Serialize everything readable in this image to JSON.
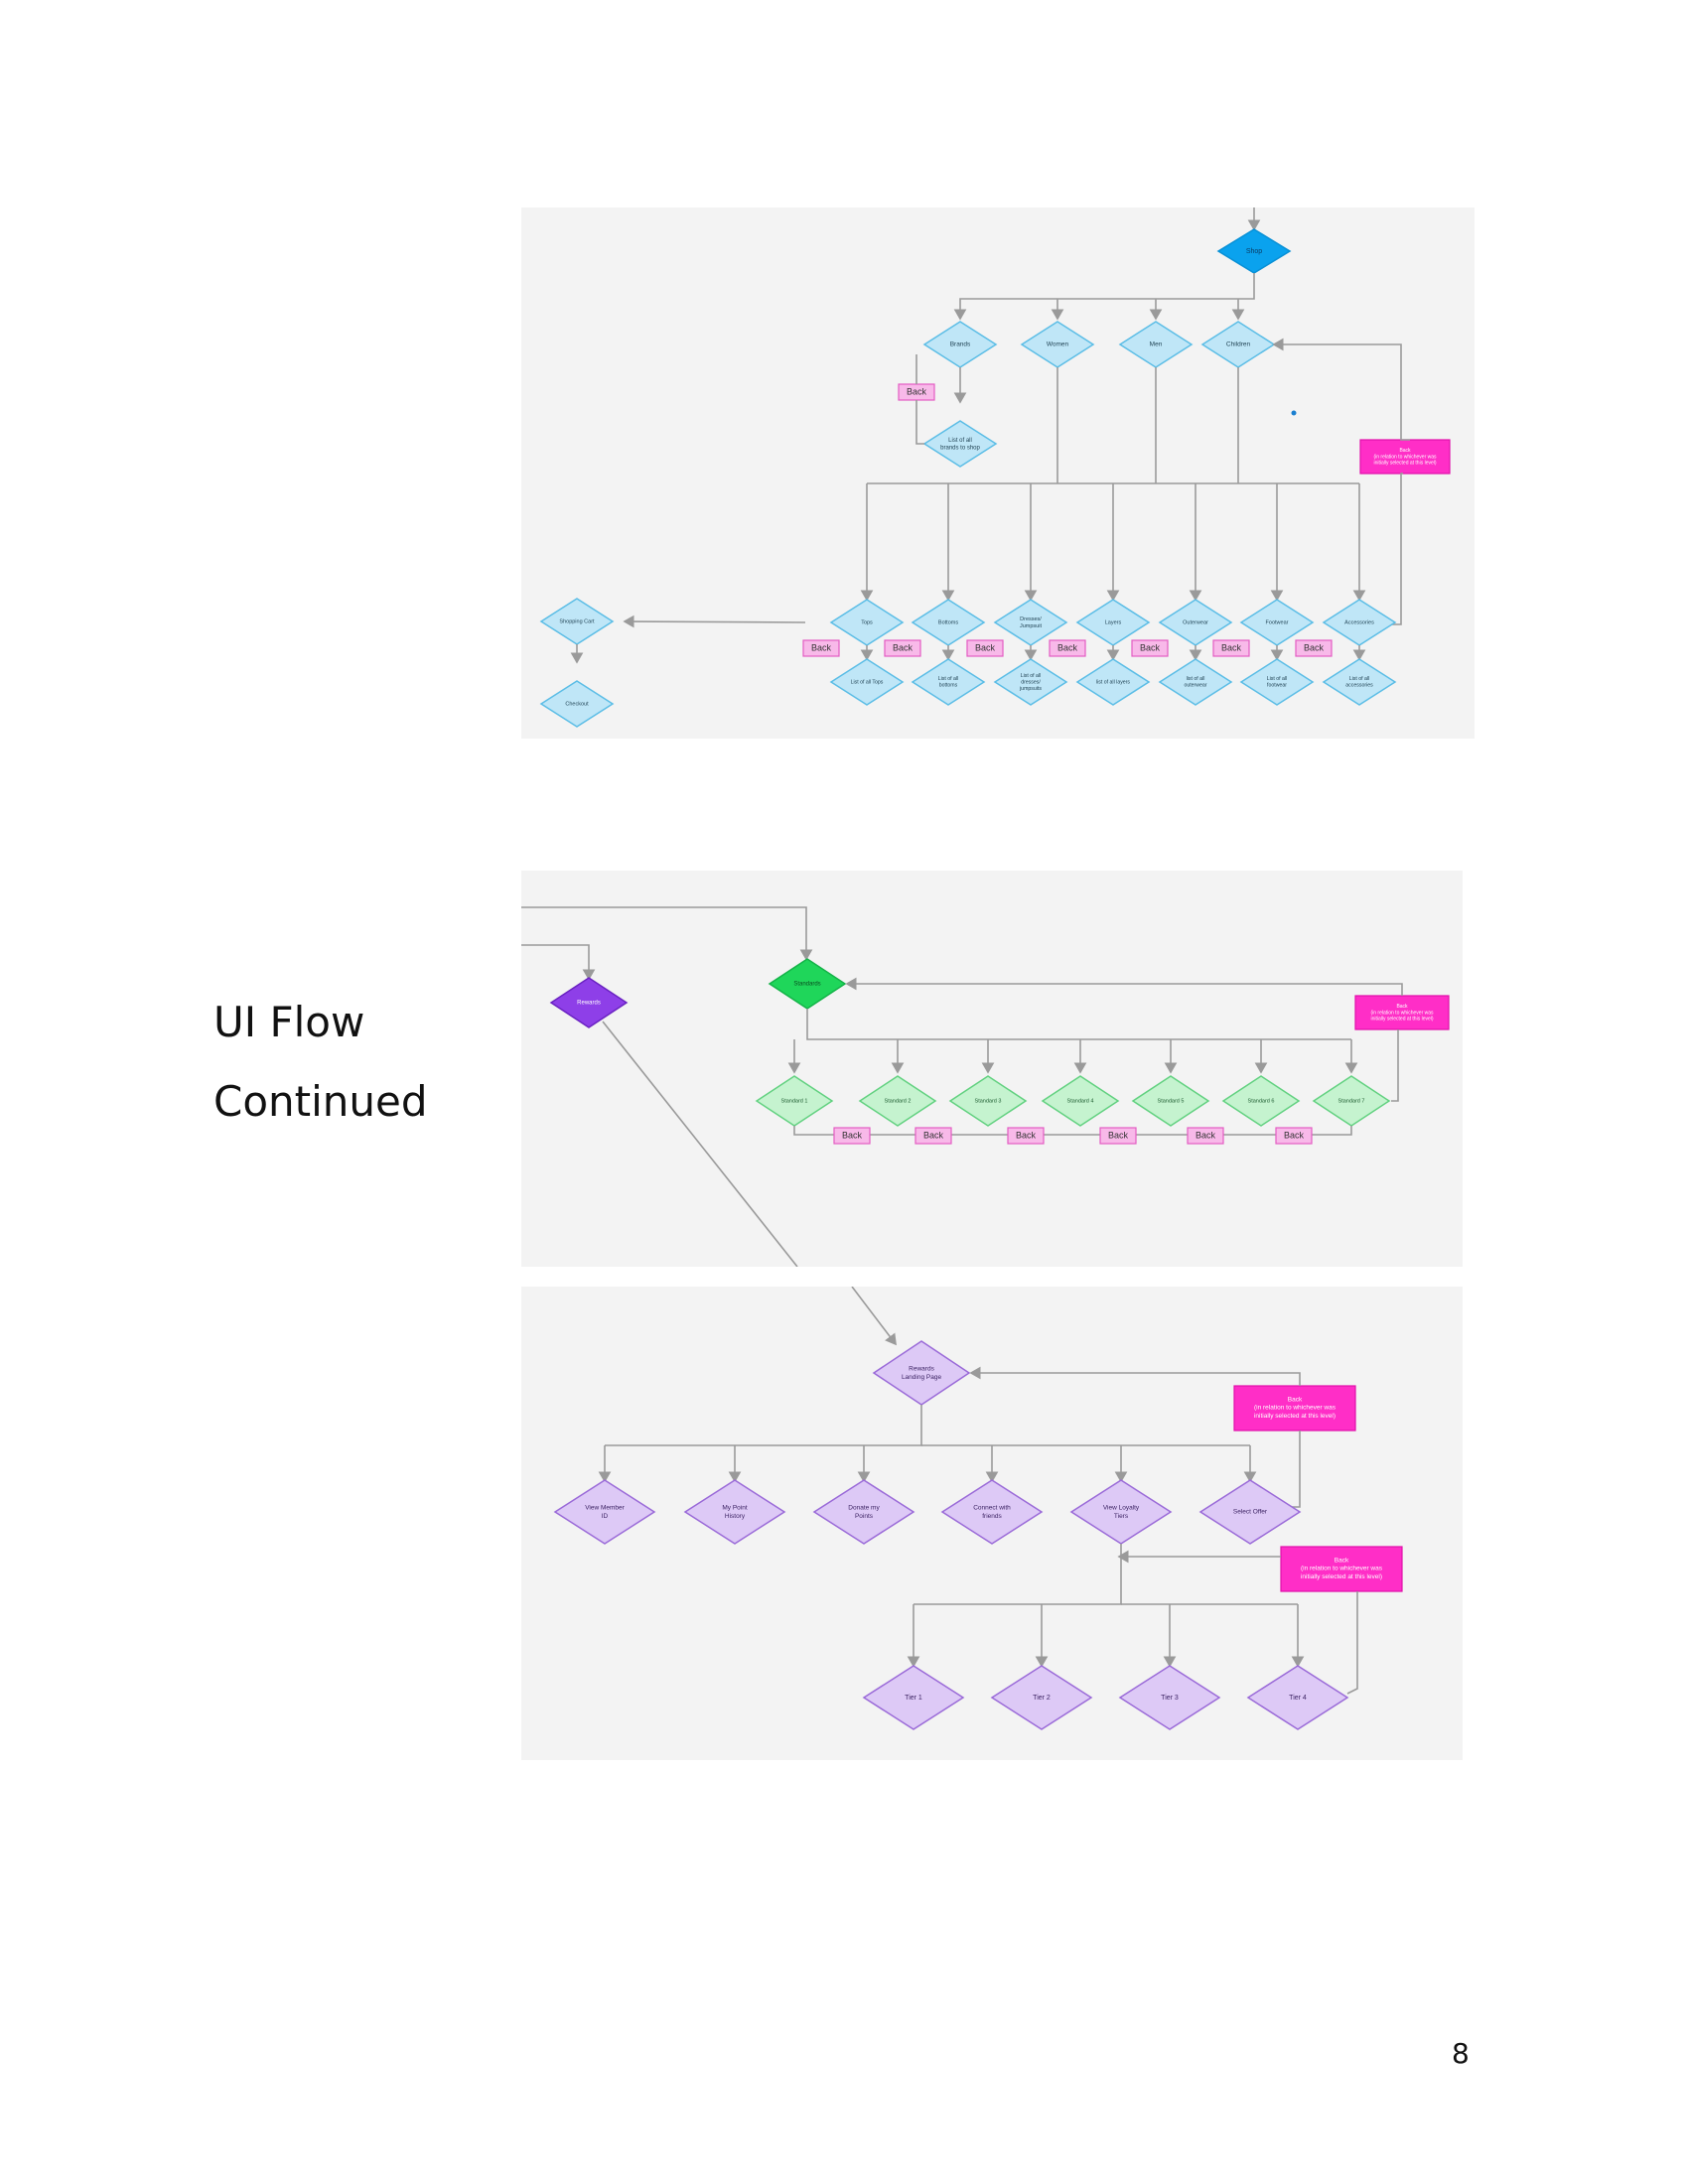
{
  "sidebar": {
    "title_line1": "UI Flow",
    "title_line2": "Continued"
  },
  "page_number": "8",
  "colors": {
    "panel_bg": "#f3f3f3",
    "blue_node": "#bfe6f7",
    "blue_stroke": "#5bbde6",
    "shop_node": "#0aa2ee",
    "green_node": "#c5f3cf",
    "green_stroke": "#62d180",
    "standards_node": "#1fd65a",
    "purple_node": "#ddc9f6",
    "purple_stroke": "#9a6ad8",
    "rewards_node": "#8e3fe8",
    "back_light": "#f8b9e9",
    "back_light_stroke": "#e35cc2",
    "back_strong": "#ff2ec7",
    "connector": "#9a9a9a"
  },
  "flow_shop": {
    "shop_label": "Shop",
    "top_nodes": [
      {
        "label": "Brands"
      },
      {
        "label": "Women"
      },
      {
        "label": "Men"
      },
      {
        "label": "Children"
      }
    ],
    "brands_back": "Back",
    "brands_list": [
      "List of all",
      "brands to shop"
    ],
    "children_back_note": [
      "Back",
      "(in relation to whichever was",
      "initially selected at this level)"
    ],
    "categories": [
      {
        "label": [
          "Tops"
        ],
        "back": "Back",
        "list": [
          "List of all Tops"
        ]
      },
      {
        "label": [
          "Bottoms"
        ],
        "back": "Back",
        "list": [
          "List of all",
          "bottoms"
        ]
      },
      {
        "label": [
          "Dresses/",
          "Jumpsuit"
        ],
        "back": "Back",
        "list": [
          "List of all",
          "dresses/",
          "jumpsuits"
        ]
      },
      {
        "label": [
          "Layers"
        ],
        "back": "Back",
        "list": [
          "list of all layers"
        ]
      },
      {
        "label": [
          "Outerwear"
        ],
        "back": "Back",
        "list": [
          "list of all",
          "outerwear"
        ]
      },
      {
        "label": [
          "Footwear"
        ],
        "back": "Back",
        "list": [
          "List of all",
          "footwear"
        ]
      },
      {
        "label": [
          "Accessories"
        ],
        "back": "Back",
        "list": [
          "List of all",
          "accessories"
        ]
      }
    ],
    "cart_label": "Shopping Cart",
    "checkout_label": "Checkout"
  },
  "flow_standards": {
    "standards_label": "Standards",
    "rewards_label": "Rewards",
    "back_note": [
      "Back",
      "(in relation to whichever was",
      "initially selected at this level)"
    ],
    "items": [
      "Standard 1",
      "Standard 2",
      "Standard 3",
      "Standard 4",
      "Standard 5",
      "Standard 6",
      "Standard 7"
    ],
    "back_label": "Back"
  },
  "flow_rewards": {
    "landing": [
      "Rewards",
      "Landing Page"
    ],
    "back_note_1": [
      "Back",
      "(in relation to whichever was",
      "initially selected at this level)"
    ],
    "options": [
      [
        "View Member",
        "ID"
      ],
      [
        "My Point",
        "History"
      ],
      [
        "Donate my",
        "Points"
      ],
      [
        "Connect with",
        "friends"
      ],
      [
        "View Loyalty",
        "Tiers"
      ],
      [
        "Select Offer"
      ]
    ],
    "back_note_2": [
      "Back",
      "(in relation to whichever was",
      "initially selected at this level)"
    ],
    "tiers": [
      "Tier 1",
      "Tier 2",
      "Tier 3",
      "Tier 4"
    ]
  }
}
